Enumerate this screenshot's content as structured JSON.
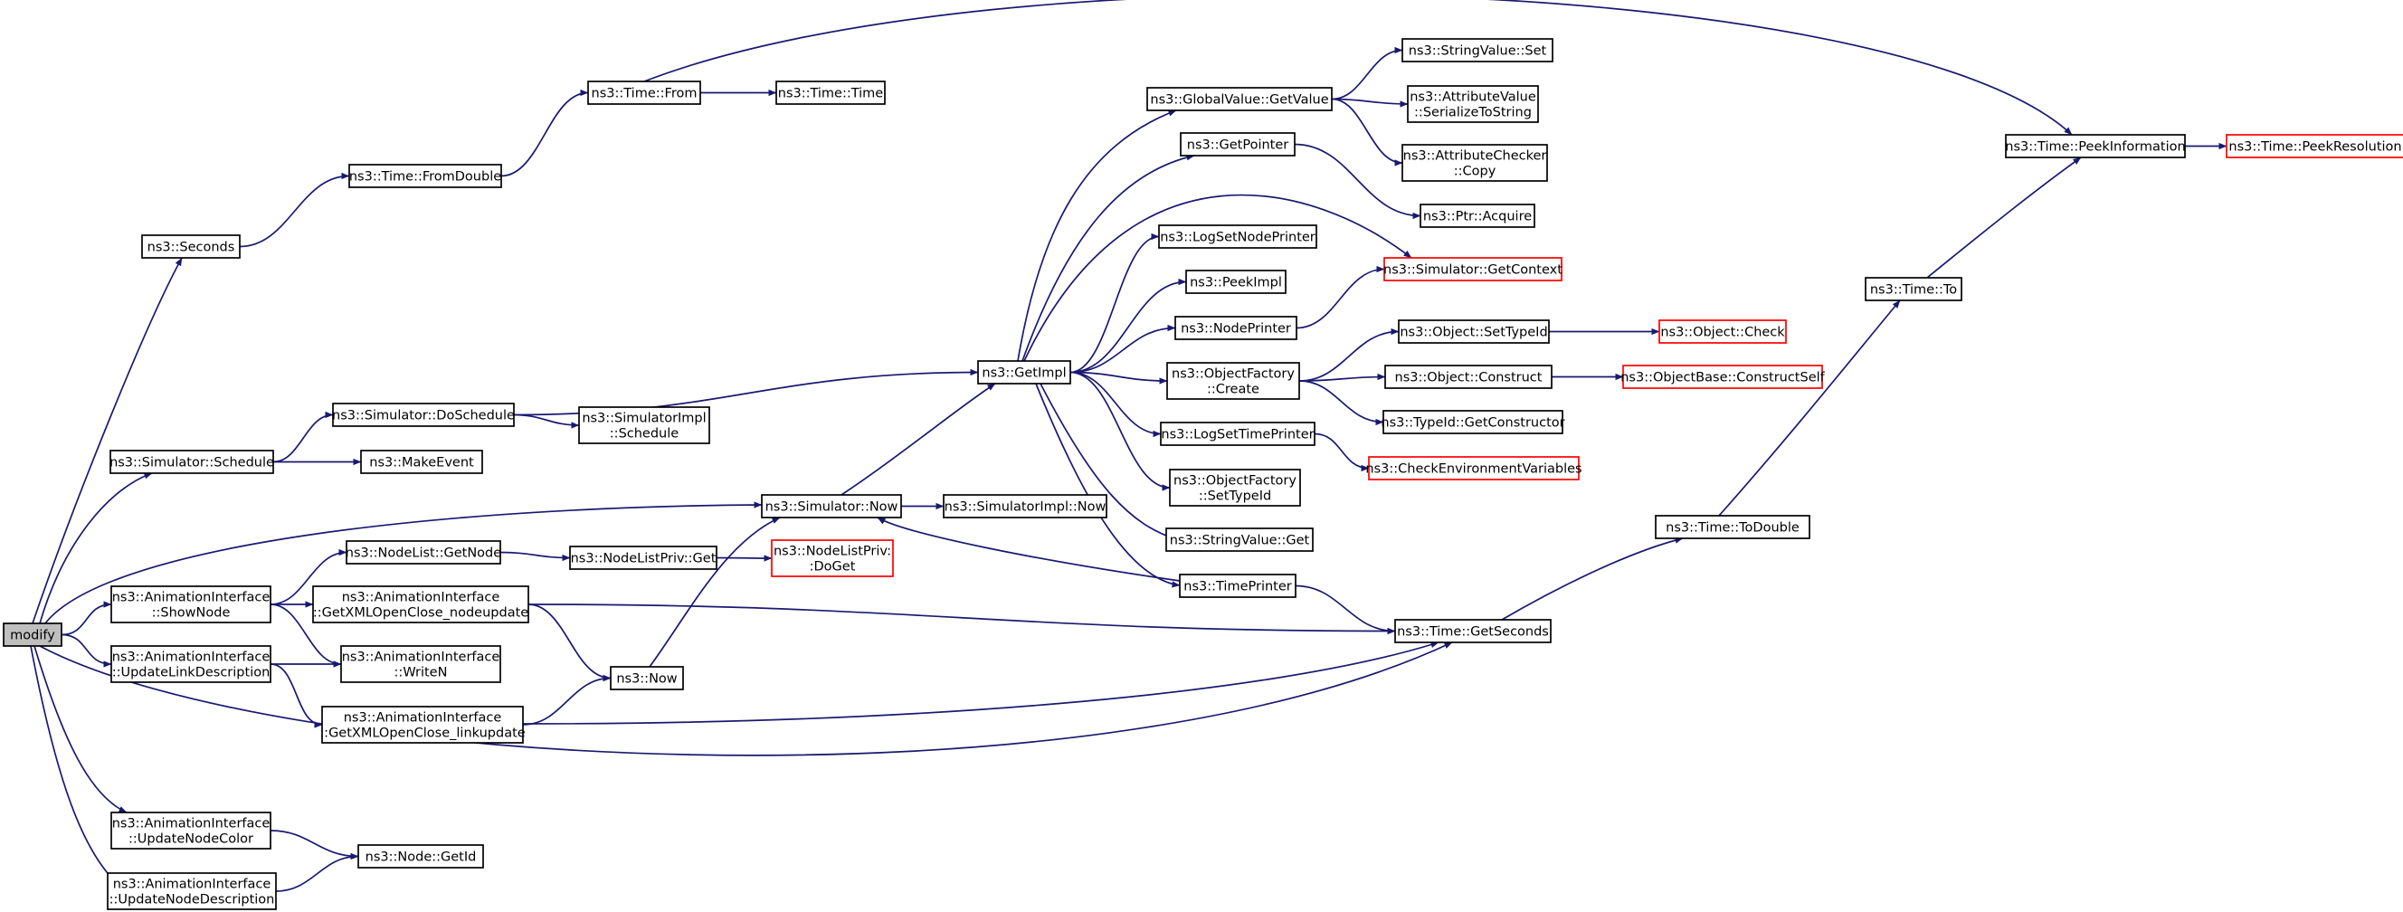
{
  "diagram": {
    "type": "call-graph",
    "colors": {
      "edge": "#191970",
      "node_border": "#000000",
      "truncated_border": "#ff0000",
      "root_fill": "#bfbfbf"
    },
    "nodes": [
      {
        "id": "modify",
        "lines": [
          "modify"
        ],
        "style": "root"
      },
      {
        "id": "seconds",
        "lines": [
          "ns3::Seconds"
        ]
      },
      {
        "id": "fromdouble",
        "lines": [
          "ns3::Time::FromDouble"
        ]
      },
      {
        "id": "timefrom",
        "lines": [
          "ns3::Time::From"
        ]
      },
      {
        "id": "timetime",
        "lines": [
          "ns3::Time::Time"
        ]
      },
      {
        "id": "peekinfo",
        "lines": [
          "ns3::Time::PeekInformation"
        ]
      },
      {
        "id": "peekres",
        "lines": [
          "ns3::Time::PeekResolution"
        ],
        "style": "truncated"
      },
      {
        "id": "timeto",
        "lines": [
          "ns3::Time::To"
        ]
      },
      {
        "id": "todouble",
        "lines": [
          "ns3::Time::ToDouble"
        ]
      },
      {
        "id": "getseconds",
        "lines": [
          "ns3::Time::GetSeconds"
        ]
      },
      {
        "id": "simschedule",
        "lines": [
          "ns3::Simulator::Schedule"
        ]
      },
      {
        "id": "doschedule",
        "lines": [
          "ns3::Simulator::DoSchedule"
        ]
      },
      {
        "id": "implschedule",
        "lines": [
          "ns3::SimulatorImpl",
          "::Schedule"
        ]
      },
      {
        "id": "makeevent",
        "lines": [
          "ns3::MakeEvent"
        ]
      },
      {
        "id": "getimpl",
        "lines": [
          "ns3::GetImpl"
        ]
      },
      {
        "id": "globalget",
        "lines": [
          "ns3::GlobalValue::GetValue"
        ]
      },
      {
        "id": "strset",
        "lines": [
          "ns3::StringValue::Set"
        ]
      },
      {
        "id": "attrser",
        "lines": [
          "ns3::AttributeValue",
          "::SerializeToString"
        ]
      },
      {
        "id": "attrcopy",
        "lines": [
          "ns3::AttributeChecker",
          "::Copy"
        ]
      },
      {
        "id": "getpointer",
        "lines": [
          "ns3::GetPointer"
        ]
      },
      {
        "id": "ptracquire",
        "lines": [
          "ns3::Ptr::Acquire"
        ]
      },
      {
        "id": "logsetnode",
        "lines": [
          "ns3::LogSetNodePrinter"
        ]
      },
      {
        "id": "peekimpl",
        "lines": [
          "ns3::PeekImpl"
        ]
      },
      {
        "id": "getcontext",
        "lines": [
          "ns3::Simulator::GetContext"
        ],
        "style": "truncated"
      },
      {
        "id": "nodeprinter",
        "lines": [
          "ns3::NodePrinter"
        ]
      },
      {
        "id": "factorycreate",
        "lines": [
          "ns3::ObjectFactory",
          "::Create"
        ]
      },
      {
        "id": "settypeid",
        "lines": [
          "ns3::Object::SetTypeId"
        ]
      },
      {
        "id": "objcheck",
        "lines": [
          "ns3::Object::Check"
        ],
        "style": "truncated"
      },
      {
        "id": "objconstruct",
        "lines": [
          "ns3::Object::Construct"
        ]
      },
      {
        "id": "constructself",
        "lines": [
          "ns3::ObjectBase::ConstructSelf"
        ],
        "style": "truncated"
      },
      {
        "id": "typeidctor",
        "lines": [
          "ns3::TypeId::GetConstructor"
        ]
      },
      {
        "id": "logsettime",
        "lines": [
          "ns3::LogSetTimePrinter"
        ]
      },
      {
        "id": "checkenv",
        "lines": [
          "ns3::CheckEnvironmentVariables"
        ],
        "style": "truncated"
      },
      {
        "id": "factorysettype",
        "lines": [
          "ns3::ObjectFactory",
          "::SetTypeId"
        ]
      },
      {
        "id": "strget",
        "lines": [
          "ns3::StringValue::Get"
        ]
      },
      {
        "id": "timeprinter",
        "lines": [
          "ns3::TimePrinter"
        ]
      },
      {
        "id": "simnow",
        "lines": [
          "ns3::Simulator::Now"
        ]
      },
      {
        "id": "implnow",
        "lines": [
          "ns3::SimulatorImpl::Now"
        ]
      },
      {
        "id": "nodelistget",
        "lines": [
          "ns3::NodeList::GetNode"
        ]
      },
      {
        "id": "privget",
        "lines": [
          "ns3::NodeListPriv::Get"
        ]
      },
      {
        "id": "privdoget",
        "lines": [
          "ns3::NodeListPriv:",
          ":DoGet"
        ],
        "style": "truncated"
      },
      {
        "id": "shownode",
        "lines": [
          "ns3::AnimationInterface",
          "::ShowNode"
        ]
      },
      {
        "id": "xmlnode",
        "lines": [
          "ns3::AnimationInterface",
          "::GetXMLOpenClose_nodeupdate"
        ]
      },
      {
        "id": "updatelink",
        "lines": [
          "ns3::AnimationInterface",
          "::UpdateLinkDescription"
        ]
      },
      {
        "id": "writen",
        "lines": [
          "ns3::AnimationInterface",
          "::WriteN"
        ]
      },
      {
        "id": "ns3now",
        "lines": [
          "ns3::Now"
        ]
      },
      {
        "id": "xmllink",
        "lines": [
          "ns3::AnimationInterface",
          "::GetXMLOpenClose_linkupdate"
        ]
      },
      {
        "id": "updatecolor",
        "lines": [
          "ns3::AnimationInterface",
          "::UpdateNodeColor"
        ]
      },
      {
        "id": "nodegetid",
        "lines": [
          "ns3::Node::GetId"
        ]
      },
      {
        "id": "updatedesc",
        "lines": [
          "ns3::AnimationInterface",
          "::UpdateNodeDescription"
        ]
      }
    ],
    "edges": [
      [
        "modify",
        "seconds"
      ],
      [
        "modify",
        "simschedule"
      ],
      [
        "modify",
        "simnow"
      ],
      [
        "modify",
        "shownode"
      ],
      [
        "modify",
        "updatelink"
      ],
      [
        "modify",
        "getseconds"
      ],
      [
        "modify",
        "updatecolor"
      ],
      [
        "modify",
        "updatedesc"
      ],
      [
        "seconds",
        "fromdouble"
      ],
      [
        "fromdouble",
        "timefrom"
      ],
      [
        "timefrom",
        "timetime"
      ],
      [
        "timefrom",
        "peekinfo"
      ],
      [
        "peekinfo",
        "peekres"
      ],
      [
        "timeto",
        "peekinfo"
      ],
      [
        "todouble",
        "timeto"
      ],
      [
        "getseconds",
        "todouble"
      ],
      [
        "simschedule",
        "doschedule"
      ],
      [
        "simschedule",
        "makeevent"
      ],
      [
        "doschedule",
        "implschedule"
      ],
      [
        "doschedule",
        "getimpl"
      ],
      [
        "getimpl",
        "globalget"
      ],
      [
        "getimpl",
        "getpointer"
      ],
      [
        "getimpl",
        "getcontext"
      ],
      [
        "getimpl",
        "logsetnode"
      ],
      [
        "getimpl",
        "peekimpl"
      ],
      [
        "getimpl",
        "nodeprinter"
      ],
      [
        "getimpl",
        "factorycreate"
      ],
      [
        "getimpl",
        "logsettime"
      ],
      [
        "getimpl",
        "factorysettype"
      ],
      [
        "getimpl",
        "strget"
      ],
      [
        "getimpl",
        "timeprinter"
      ],
      [
        "globalget",
        "strset"
      ],
      [
        "globalget",
        "attrser"
      ],
      [
        "globalget",
        "attrcopy"
      ],
      [
        "getpointer",
        "ptracquire"
      ],
      [
        "nodeprinter",
        "getcontext"
      ],
      [
        "factorycreate",
        "settypeid"
      ],
      [
        "factorycreate",
        "objconstruct"
      ],
      [
        "factorycreate",
        "typeidctor"
      ],
      [
        "settypeid",
        "objcheck"
      ],
      [
        "objconstruct",
        "constructself"
      ],
      [
        "logsettime",
        "checkenv"
      ],
      [
        "timeprinter",
        "simnow"
      ],
      [
        "timeprinter",
        "getseconds"
      ],
      [
        "simnow",
        "getimpl"
      ],
      [
        "simnow",
        "implnow"
      ],
      [
        "shownode",
        "nodelistget"
      ],
      [
        "shownode",
        "xmlnode"
      ],
      [
        "shownode",
        "writen"
      ],
      [
        "nodelistget",
        "privget"
      ],
      [
        "privget",
        "privdoget"
      ],
      [
        "xmlnode",
        "getseconds"
      ],
      [
        "xmlnode",
        "ns3now"
      ],
      [
        "ns3now",
        "simnow"
      ],
      [
        "updatelink",
        "writen"
      ],
      [
        "updatelink",
        "xmllink"
      ],
      [
        "xmllink",
        "ns3now"
      ],
      [
        "xmllink",
        "getseconds"
      ],
      [
        "updatecolor",
        "nodegetid"
      ],
      [
        "updatedesc",
        "nodegetid"
      ]
    ]
  }
}
